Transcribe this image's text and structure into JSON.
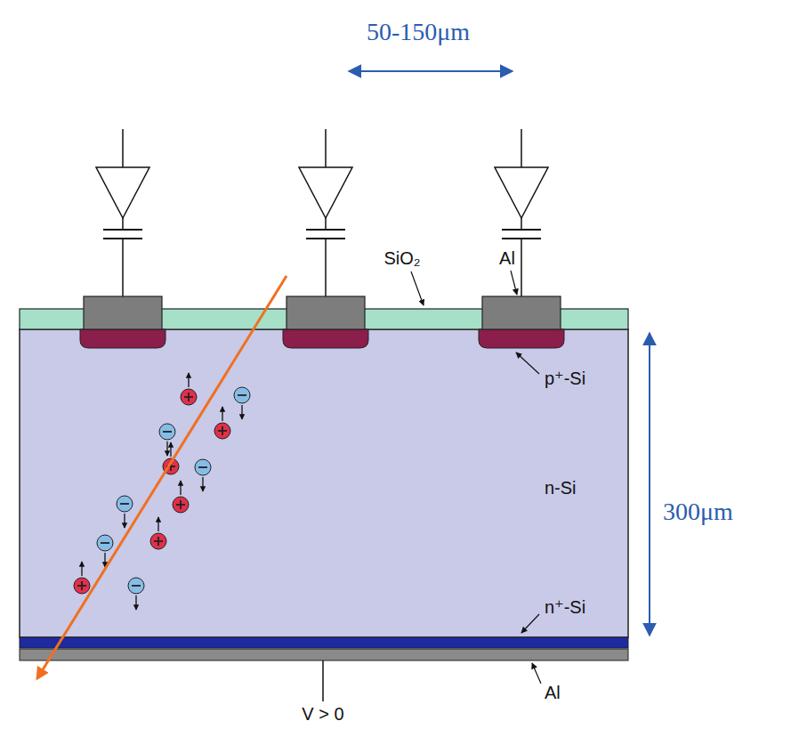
{
  "diagram": {
    "labels": [
      "50-150μm",
      "SiO₂",
      "Al",
      "p⁺-Si",
      "n-Si",
      "300μm",
      "n⁺-Si",
      "Al",
      "V > 0"
    ]
  }
}
